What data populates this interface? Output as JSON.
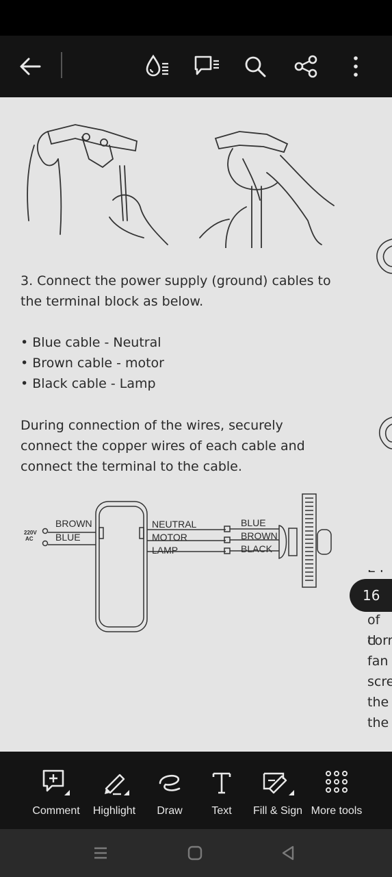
{
  "toolbar": {
    "icons": [
      "back-arrow-icon",
      "read-aloud-icon",
      "comment-list-icon",
      "search-icon",
      "share-icon",
      "more-vertical-icon"
    ]
  },
  "document": {
    "step3_line1": "3. Connect the power supply (ground) cables to",
    "step3_line2": "the terminal block as below.",
    "bullets": [
      "Blue cable - Neutral",
      "Brown cable - motor",
      "Black cable - Lamp"
    ],
    "para_line1": "During connection of the wires, securely",
    "para_line2": "connect the copper wires of each cable and",
    "para_line3": "connect the terminal to the cable.",
    "diagram": {
      "supply_voltage": "220V",
      "supply_type": "AC",
      "in_brown": "BROWN",
      "in_blue": "BLUE",
      "out_neutral": "NEUTRAL",
      "out_motor": "MOTOR",
      "out_lamp": "LAMP",
      "fan_blue": "BLUE",
      "fan_brown": "BROWN",
      "fan_black": "BLACK"
    },
    "next_page_partial": [
      "of tl",
      "corr",
      "fan",
      "scre",
      "the",
      "the"
    ]
  },
  "page_indicator": "16",
  "tools": [
    {
      "label": "Comment",
      "icon": "comment-add-icon"
    },
    {
      "label": "Highlight",
      "icon": "highlight-pen-icon"
    },
    {
      "label": "Draw",
      "icon": "draw-icon"
    },
    {
      "label": "Text",
      "icon": "text-icon"
    },
    {
      "label": "Fill & Sign",
      "icon": "fill-sign-icon"
    },
    {
      "label": "More tools",
      "icon": "grid-icon"
    }
  ],
  "colors": {
    "toolbar_bg": "#141414",
    "page_bg": "#e4e4e4",
    "text": "#2a2a2a",
    "icon": "#e8e8e8"
  }
}
